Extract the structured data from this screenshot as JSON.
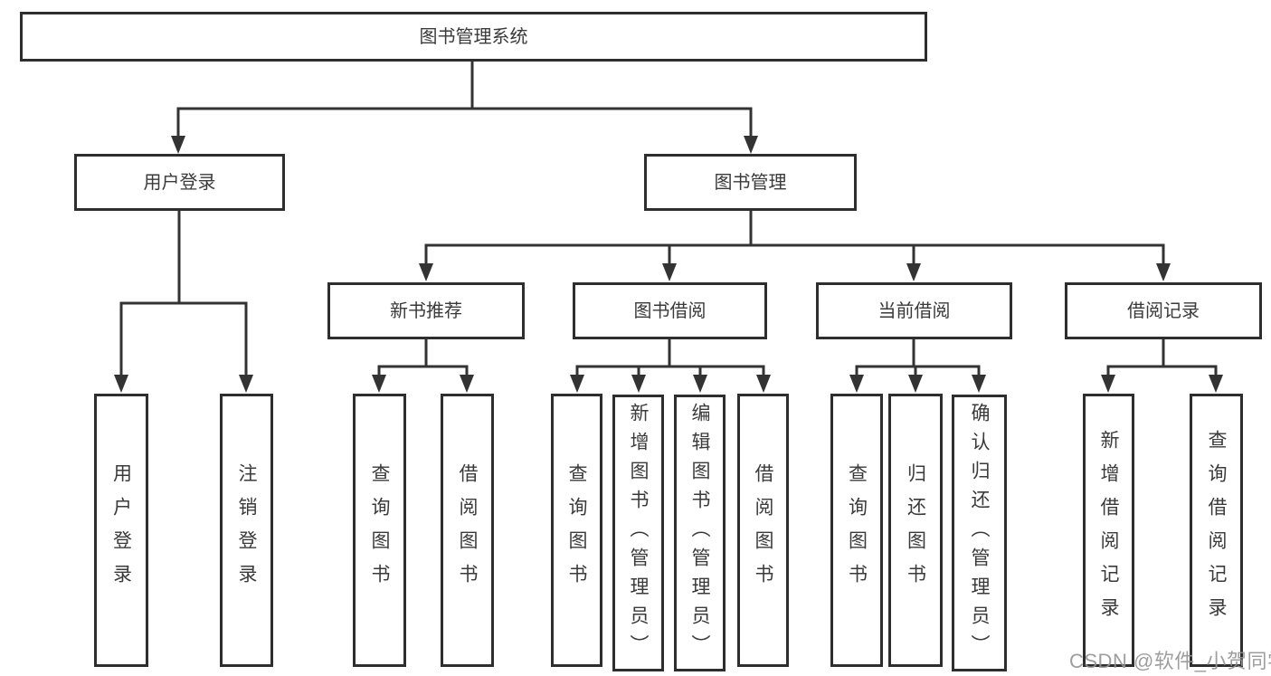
{
  "tree": {
    "root": "图书管理系统",
    "branches": [
      {
        "label": "用户登录",
        "children": [
          {
            "label": "用户登录"
          },
          {
            "label": "注销登录"
          }
        ]
      },
      {
        "label": "图书管理",
        "children": [
          {
            "label": "新书推荐",
            "children": [
              {
                "label": "查询图书"
              },
              {
                "label": "借阅图书"
              }
            ]
          },
          {
            "label": "图书借阅",
            "children": [
              {
                "label": "查询图书"
              },
              {
                "label": "新增图书（管理员）"
              },
              {
                "label": "编辑图书（管理员）"
              },
              {
                "label": "借阅图书"
              }
            ]
          },
          {
            "label": "当前借阅",
            "children": [
              {
                "label": "查询图书"
              },
              {
                "label": "归还图书"
              },
              {
                "label": "确认归还（管理员）"
              }
            ]
          },
          {
            "label": "借阅记录",
            "children": [
              {
                "label": "新增借阅记录"
              },
              {
                "label": "查询借阅记录"
              }
            ]
          }
        ]
      }
    ]
  },
  "watermark": {
    "text": "CSDN @软件_小贺同学"
  },
  "colors": {
    "line": "#333333",
    "box_border": "#2e2e2e",
    "text": "#3a3a3a",
    "watermark": "#949494",
    "background": "#ffffff"
  }
}
